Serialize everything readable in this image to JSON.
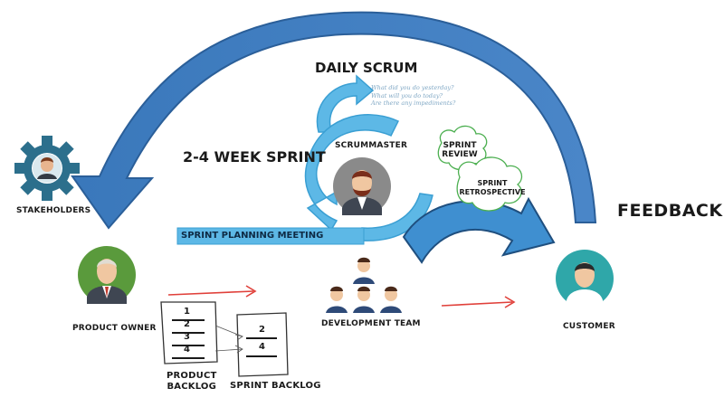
{
  "labels": {
    "daily_scrum": "DAILY SCRUM",
    "daily_scrum_questions": [
      "What did you do yesterday?",
      "What will you do today?",
      "Are there any impediments?"
    ],
    "sprint_length": "2-4 WEEK SPRINT",
    "scrummaster": "SCRUMMASTER",
    "sprint_review": [
      "SPRINT",
      "REVIEW"
    ],
    "sprint_retrospective": [
      "SPRINT",
      "RETROSPECTIVE"
    ],
    "sprint_planning_meeting": "SPRINT PLANNING MEETING",
    "feedback": "FEEDBACK",
    "stakeholders": "STAKEHOLDERS",
    "product_owner": "PRODUCT OWNER",
    "development_team": "DEVELOPMENT TEAM",
    "customer": "CUSTOMER",
    "product_backlog": [
      "PRODUCT",
      "BACKLOG"
    ],
    "sprint_backlog": "SPRINT BACKLOG"
  },
  "product_backlog_items": [
    "1",
    "2",
    "3",
    "4"
  ],
  "sprint_backlog_items": [
    "2",
    "4"
  ],
  "colors": {
    "arc_blue": "#3f7ec1",
    "arc_dark": "#2b5f99",
    "light_blue": "#5db8e6",
    "light_blue_dark": "#3a9fd3",
    "cloud_green": "#4caf50",
    "gear": "#2c6f8c",
    "product_owner_bg": "#5a9a3c",
    "customer_bg": "#2fa7a9",
    "scrummaster_bg": "#8a8a8a",
    "red_arrow": "#e0403a",
    "text": "#1a1a1a"
  },
  "icons": [
    "gear-icon",
    "person-avatar-icon",
    "document-icon",
    "arrow-icon",
    "cloud-icon"
  ]
}
